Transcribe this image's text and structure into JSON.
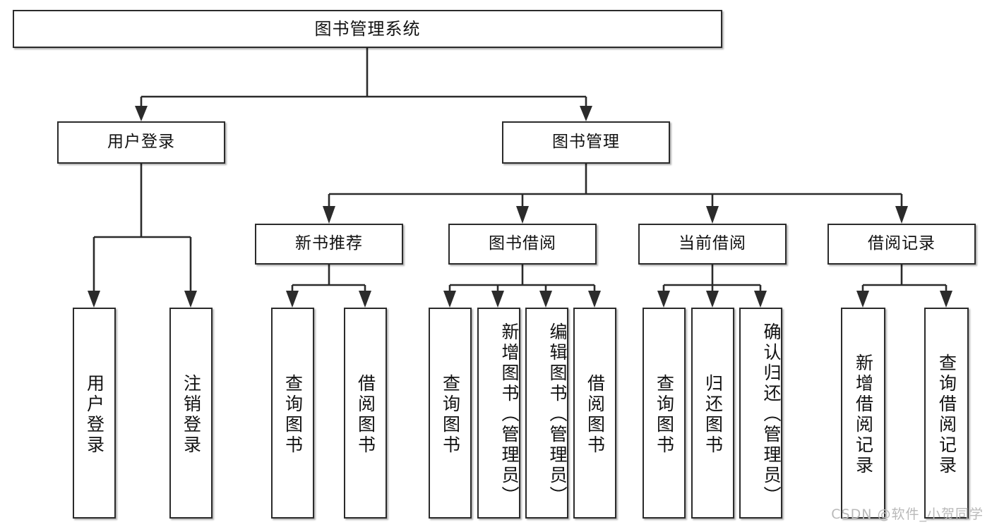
{
  "diagram": {
    "title": "图书管理系统",
    "type": "hierarchy-tree",
    "root": {
      "label": "图书管理系统"
    },
    "level2": [
      {
        "id": "user-login",
        "label": "用户登录"
      },
      {
        "id": "book-management",
        "label": "图书管理"
      }
    ],
    "level3": [
      {
        "id": "new-book-recommend",
        "label": "新书推荐"
      },
      {
        "id": "book-borrow",
        "label": "图书借阅"
      },
      {
        "id": "current-borrow",
        "label": "当前借阅"
      },
      {
        "id": "borrow-record",
        "label": "借阅记录"
      }
    ],
    "leaves": {
      "user_login": [
        {
          "id": "leaf-user-login",
          "label": "用户登录"
        },
        {
          "id": "leaf-logout",
          "label": "注销登录"
        }
      ],
      "new_book_recommend": [
        {
          "id": "leaf-query-book-1",
          "label": "查询图书"
        },
        {
          "id": "leaf-borrow-book-1",
          "label": "借阅图书"
        }
      ],
      "book_borrow": [
        {
          "id": "leaf-query-book-2",
          "label": "查询图书"
        },
        {
          "id": "leaf-add-book",
          "label": "新增图书（管理员）"
        },
        {
          "id": "leaf-edit-book",
          "label": "编辑图书（管理员）"
        },
        {
          "id": "leaf-borrow-book-2",
          "label": "借阅图书"
        }
      ],
      "current_borrow": [
        {
          "id": "leaf-query-book-3",
          "label": "查询图书"
        },
        {
          "id": "leaf-return-book",
          "label": "归还图书"
        },
        {
          "id": "leaf-confirm-return",
          "label": "确认归还（管理员）"
        }
      ],
      "borrow_record": [
        {
          "id": "leaf-add-record",
          "label": "新增借阅记录"
        },
        {
          "id": "leaf-query-record",
          "label": "查询借阅记录"
        }
      ]
    }
  },
  "watermark": {
    "text": "CSDN @软件_小贺同学"
  },
  "colors": {
    "background": "#ffffff",
    "stroke": "#2b2b2b",
    "text": "#111111",
    "watermark": "#b9b9b9"
  }
}
